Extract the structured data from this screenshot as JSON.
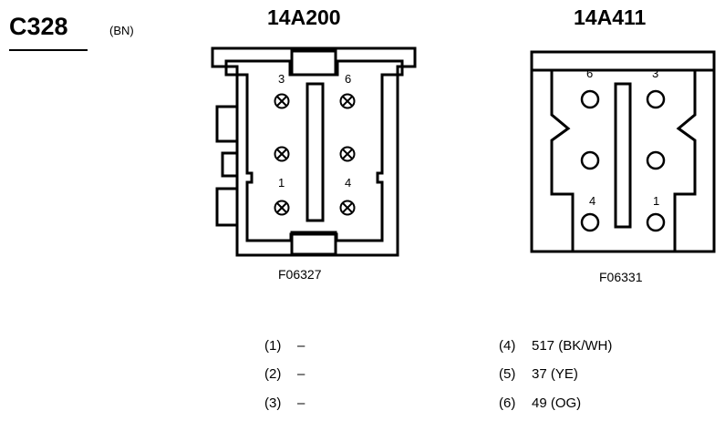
{
  "header": {
    "connector_id": "C328",
    "color_code": "(BN)"
  },
  "connectors": [
    {
      "part_number": "14A200",
      "figure_id": "F06327",
      "pin_labels": [
        "3",
        "6",
        "1",
        "4"
      ]
    },
    {
      "part_number": "14A411",
      "figure_id": "F06331",
      "pin_labels": [
        "6",
        "3",
        "4",
        "1"
      ]
    }
  ],
  "pins_left": [
    {
      "num": "(1)",
      "value": "–"
    },
    {
      "num": "(2)",
      "value": "–"
    },
    {
      "num": "(3)",
      "value": "–"
    }
  ],
  "pins_right": [
    {
      "num": "(4)",
      "value": "517 (BK/WH)"
    },
    {
      "num": "(5)",
      "value": "37 (YE)"
    },
    {
      "num": "(6)",
      "value": "49 (OG)"
    }
  ]
}
